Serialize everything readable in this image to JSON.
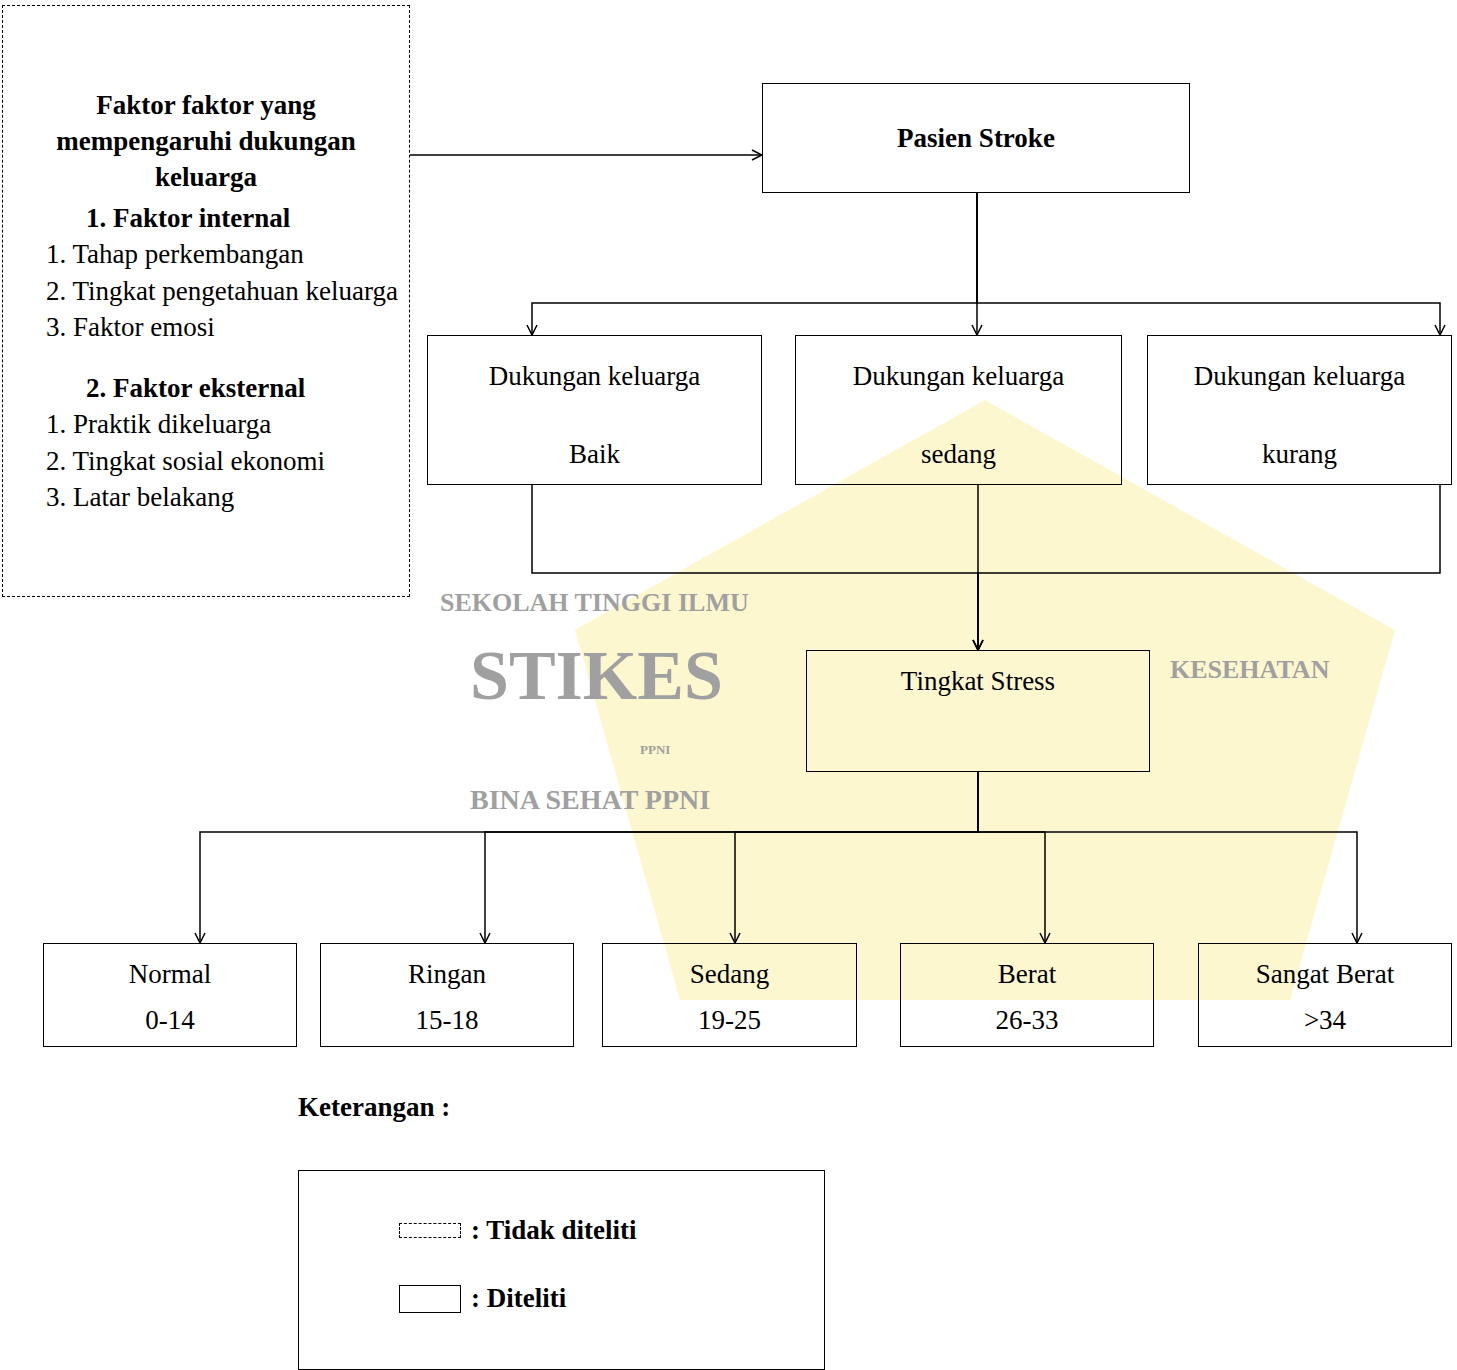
{
  "diagram": {
    "nodes": [
      {
        "text": [
          "Faktor faktor yang mempengaruhi dukungan keluarga",
          "1. Faktor internal",
          "1. Tahap perkembangan",
          "2. Tingkat pengetahuan keluarga",
          "3. Faktor emosi",
          "2. Faktor eksternal",
          "1. Praktik dikeluarga",
          "2. Tingkat sosial ekonomi",
          "3. Latar belakang"
        ]
      },
      {
        "text": [
          "Pasien Stroke"
        ]
      },
      {
        "text": [
          "Dukungan keluarga",
          "Baik"
        ]
      },
      {
        "text": [
          "Dukungan keluarga",
          "sedang"
        ]
      },
      {
        "text": [
          "Dukungan keluarga",
          "kurang"
        ]
      },
      {
        "text": [
          "Tingkat Stress"
        ]
      },
      {
        "text": [
          "Normal",
          "0-14"
        ]
      },
      {
        "text": [
          "Ringan",
          "15-18"
        ]
      },
      {
        "text": [
          "Sedang",
          "19-25"
        ]
      },
      {
        "text": [
          "Berat",
          "26-33"
        ]
      },
      {
        "text": [
          "Sangat Berat",
          ">34"
        ]
      }
    ],
    "edges": [
      {
        "from": 0,
        "to": 1,
        "arrow": "to"
      },
      {
        "from": 1,
        "to": 2,
        "arrow": "to"
      },
      {
        "from": 1,
        "to": 3,
        "arrow": "to"
      },
      {
        "from": 1,
        "to": 4,
        "arrow": "to"
      },
      {
        "from": 2,
        "to": 5,
        "arrow": "to"
      },
      {
        "from": 3,
        "to": 5,
        "arrow": "to"
      },
      {
        "from": 4,
        "to": 5,
        "arrow": "to"
      },
      {
        "from": 5,
        "to": 6,
        "arrow": "to"
      },
      {
        "from": 5,
        "to": 7,
        "arrow": "to"
      },
      {
        "from": 5,
        "to": 8,
        "arrow": "to"
      },
      {
        "from": 5,
        "to": 9,
        "arrow": "to"
      },
      {
        "from": 5,
        "to": 10,
        "arrow": "to"
      }
    ],
    "labels": [
      "SEKOLAH TINGGI ILMU",
      "KESEHATAN",
      "STIKES",
      "PPNI",
      "BINA SEHAT PPNI",
      "Keterangan :"
    ],
    "legend": [
      {
        "text": ": Tidak diteliti"
      },
      {
        "text": ": Diteliti"
      }
    ]
  }
}
